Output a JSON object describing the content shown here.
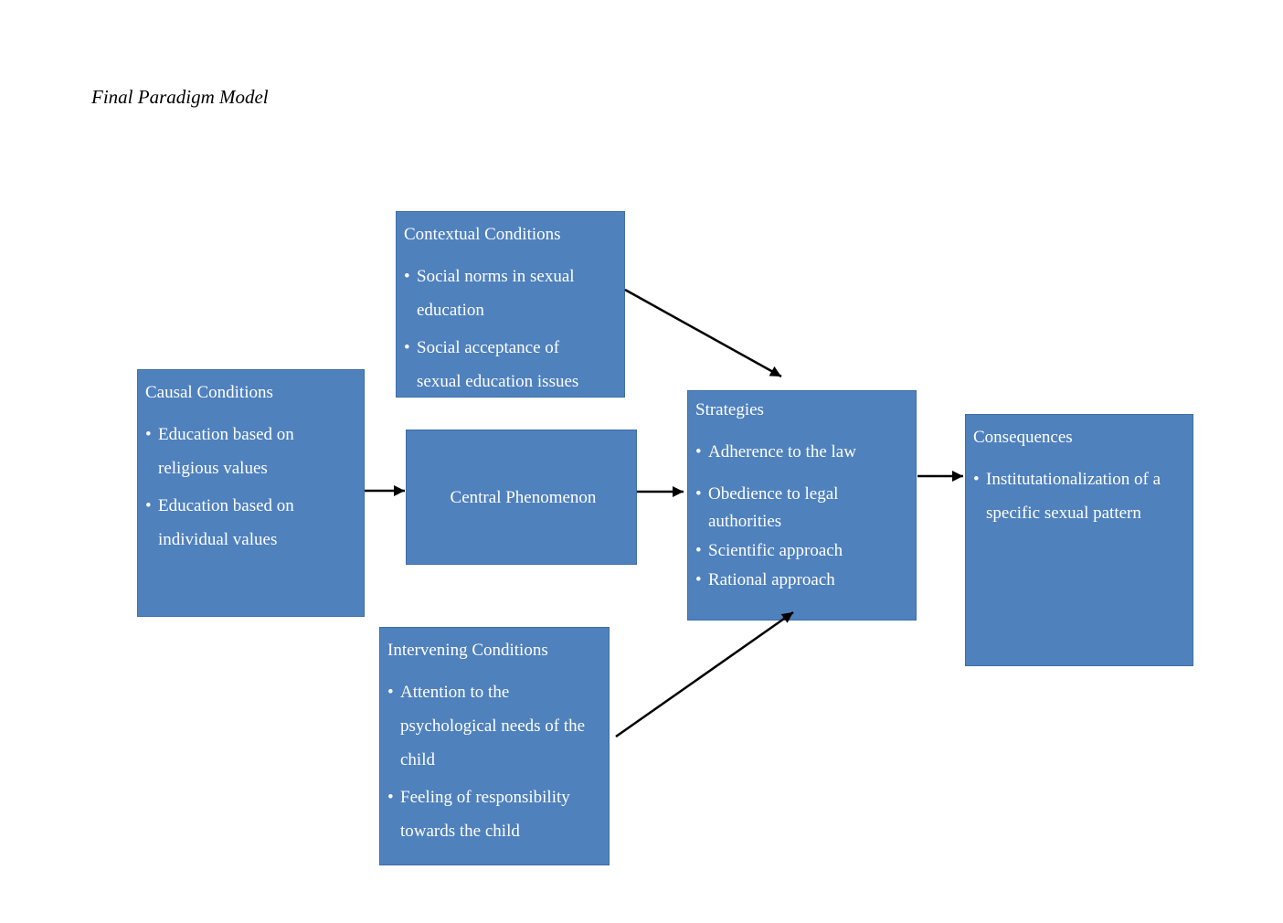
{
  "page": {
    "heading": "Final Paradigm Model"
  },
  "colors": {
    "box_fill": "#4f81bd",
    "box_border": "#3f6da8",
    "box_text": "#ffffff",
    "arrow": "#000000",
    "heading_text": "#000000",
    "page_background": "#ffffff"
  },
  "bullet_glyph": "•",
  "diagram": {
    "boxes": [
      {
        "key": "contextual-conditions",
        "title": "Contextual Conditions",
        "bullets": [
          "Social norms in sexual\neducation",
          "Social acceptance of\nsexual education issues"
        ]
      },
      {
        "key": "causal-conditions",
        "title": "Causal Conditions",
        "bullets": [
          "Education based on\nreligious values",
          "Education based on\nindividual values"
        ]
      },
      {
        "key": "central-phenomenon",
        "title": "Central Phenomenon",
        "bullets": []
      },
      {
        "key": "strategies",
        "title": "Strategies",
        "bullets": [
          "Adherence to the law",
          "Obedience to legal\nauthorities",
          "Scientific approach",
          "Rational approach"
        ]
      },
      {
        "key": "consequences",
        "title": "Consequences",
        "bullets": [
          "Institutationalization of a\nspecific sexual pattern"
        ]
      },
      {
        "key": "intervening-conditions",
        "title": "Intervening Conditions",
        "bullets": [
          "Attention to the\npsychological needs of the\nchild",
          "Feeling of responsibility\ntowards the child"
        ]
      }
    ],
    "connections": [
      {
        "from": "causal-conditions",
        "to": "central-phenomenon"
      },
      {
        "from": "central-phenomenon",
        "to": "strategies"
      },
      {
        "from": "strategies",
        "to": "consequences"
      },
      {
        "from": "contextual-conditions",
        "to": "strategies"
      },
      {
        "from": "intervening-conditions",
        "to": "strategies"
      }
    ]
  }
}
